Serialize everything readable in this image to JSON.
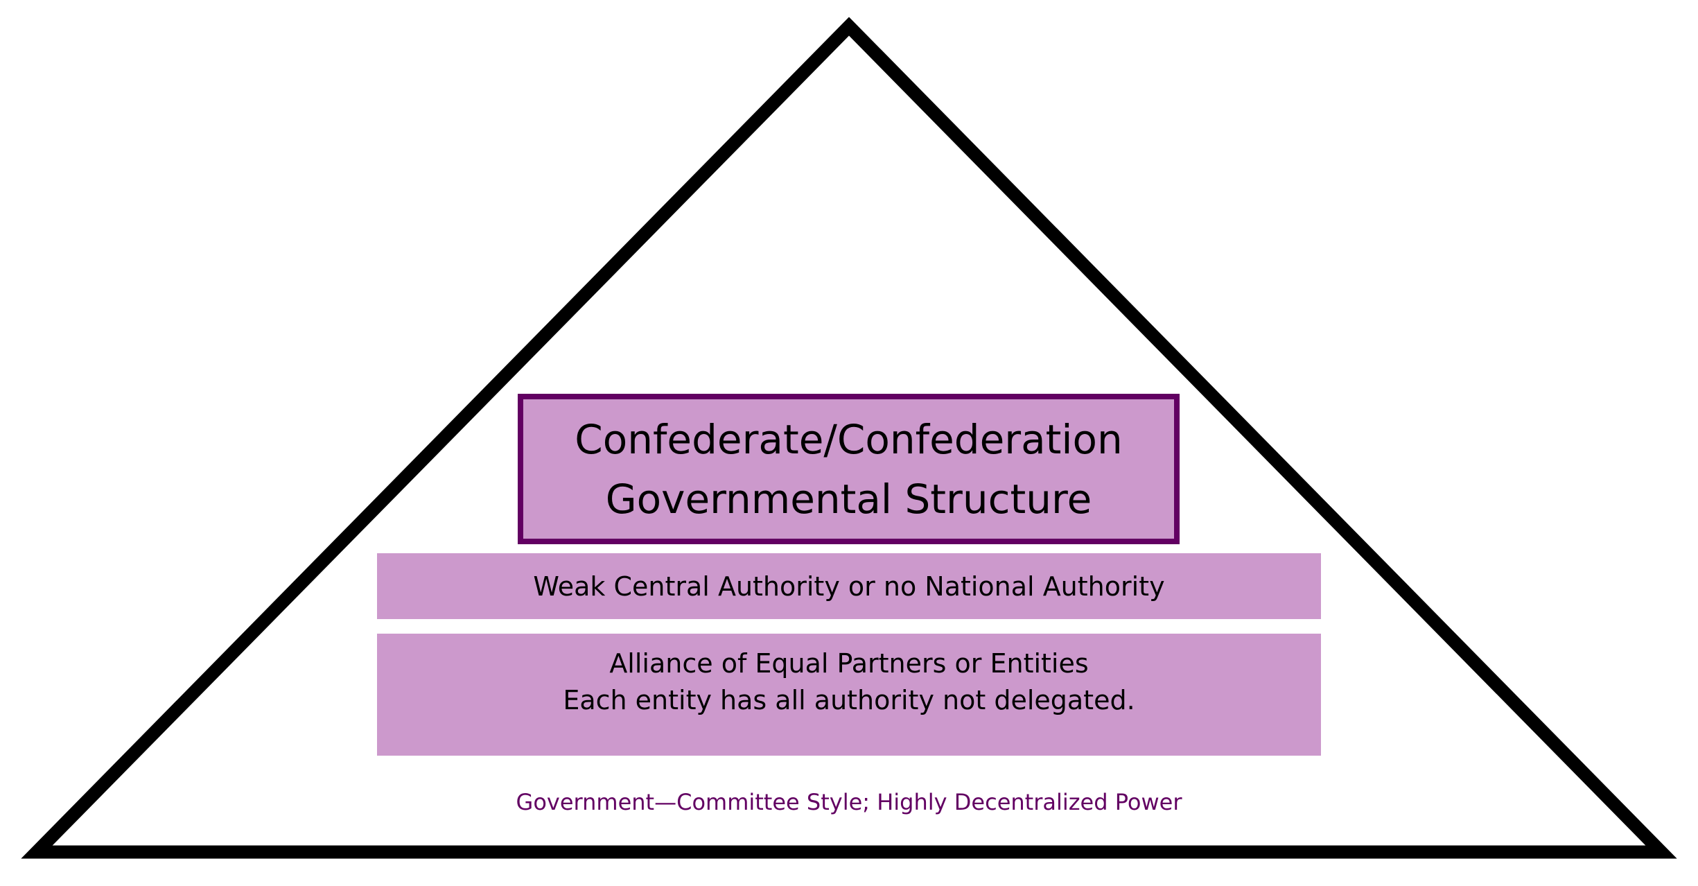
{
  "diagram": {
    "title_lines": [
      "Confederate/Confederation",
      "Governmental Structure"
    ],
    "bar1": "Weak Central Authority or no National Authority",
    "bar2_lines": [
      "Alliance of Equal Partners or Entities",
      "Each entity has all authority not delegated."
    ],
    "footer": "Government—Committee Style; Highly Decentralized Power",
    "colors": {
      "fill": "#cc99cc",
      "border": "#620062",
      "triangle": "#000000",
      "footer_text": "#620062"
    }
  }
}
